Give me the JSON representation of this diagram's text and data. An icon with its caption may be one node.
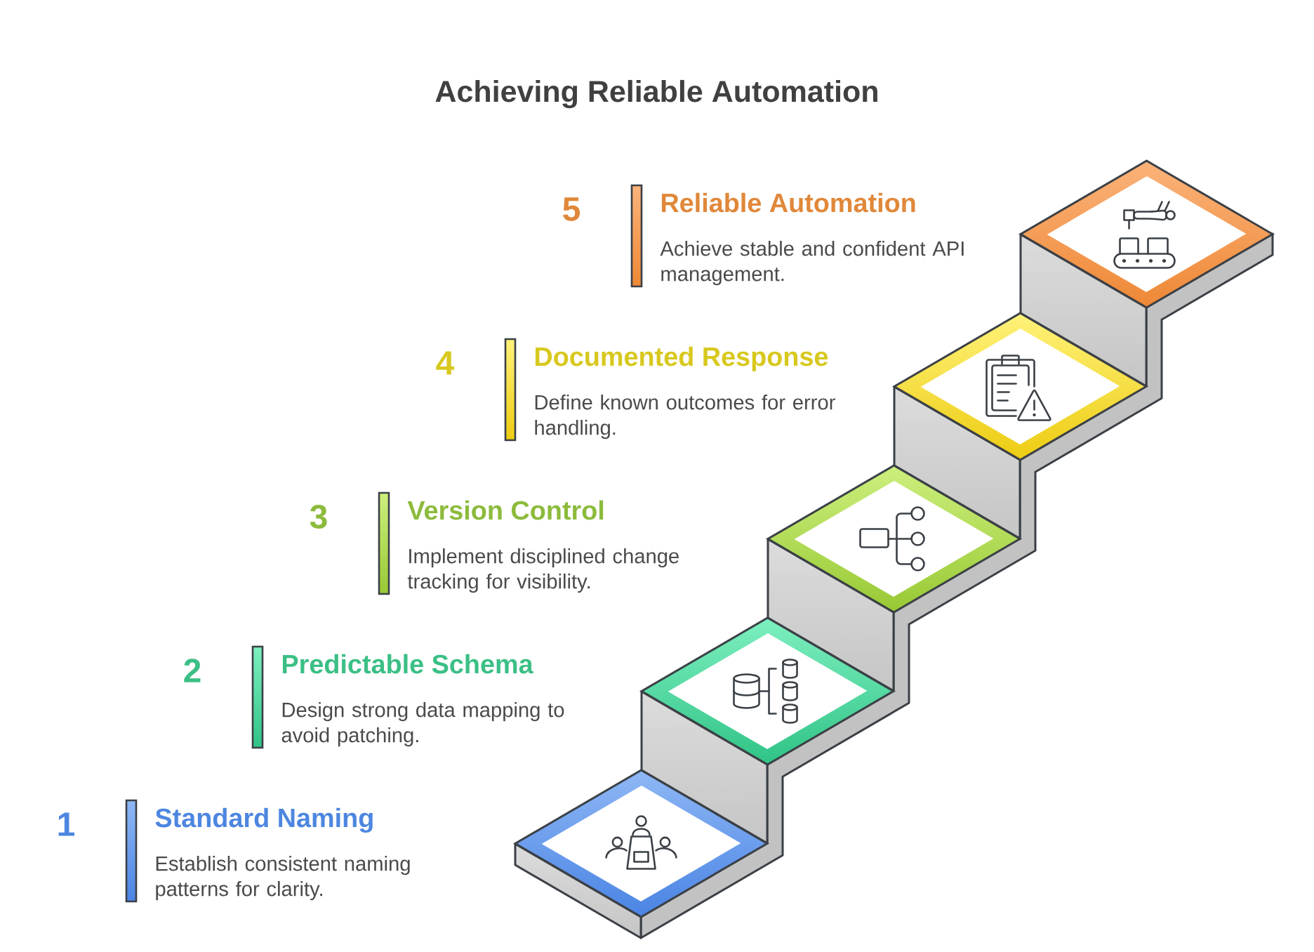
{
  "diagram": {
    "title": "Achieving Reliable Automation",
    "nodes": [
      {
        "text": [],
        "shape": "box",
        "beside": [
          "1",
          "Standard Naming",
          "Establish consistent naming patterns for clarity."
        ]
      },
      {
        "text": [],
        "shape": "box",
        "beside": [
          "2",
          "Predictable Schema",
          "Design strong data mapping to avoid patching."
        ]
      },
      {
        "text": [],
        "shape": "box",
        "beside": [
          "3",
          "Version Control",
          "Implement disciplined change tracking for visibility."
        ]
      },
      {
        "text": [],
        "shape": "box",
        "beside": [
          "4",
          "Documented Response",
          "Define known outcomes for error handling."
        ]
      },
      {
        "text": [],
        "shape": "box",
        "beside": [
          "5",
          "Reliable Automation",
          "Achieve stable and confident API management."
        ]
      }
    ]
  }
}
